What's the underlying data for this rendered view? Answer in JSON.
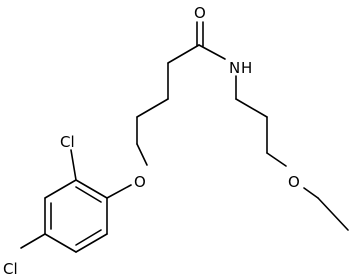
{
  "atoms": {
    "o_carbonyl": "O",
    "nh": "N",
    "h": "H",
    "o_ether_ring": "O",
    "o_ether_chain": "O",
    "cl_upper": "Cl",
    "cl_lower": "Cl"
  },
  "colors": {
    "bond": "#000000",
    "label": "#000000",
    "background": "#ffffff"
  }
}
